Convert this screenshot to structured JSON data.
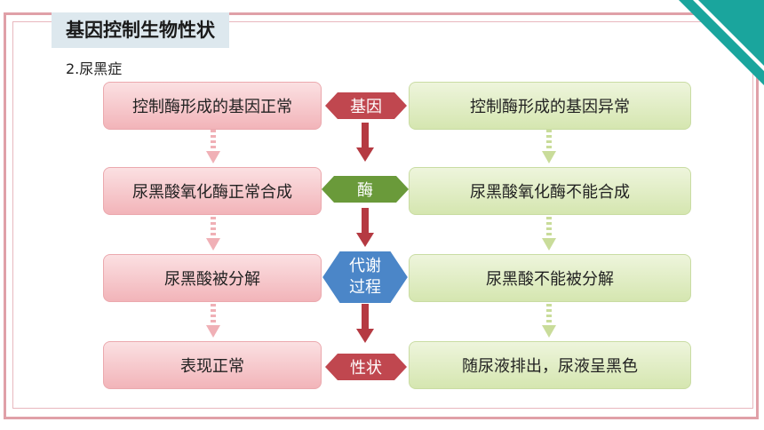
{
  "title": "基因控制生物性状",
  "subtitle": "2.尿黑症",
  "left_boxes": [
    "控制酶形成的基因正常",
    "尿黑酸氧化酶正常合成",
    "尿黑酸被分解",
    "表现正常"
  ],
  "right_boxes": [
    "控制酶形成的基因异常",
    "尿黑酸氧化酶不能合成",
    "尿黑酸不能被分解",
    "随尿液排出，尿液呈黑色"
  ],
  "center_tags": [
    "基因",
    "酶",
    "代谢\n过程",
    "性状"
  ],
  "colors": {
    "accent_teal": "#1aa59d",
    "tag_red": "#c0474f",
    "tag_green": "#6a9a3a",
    "tag_blue": "#4b86c8",
    "arrow_red": "#b53a42"
  }
}
